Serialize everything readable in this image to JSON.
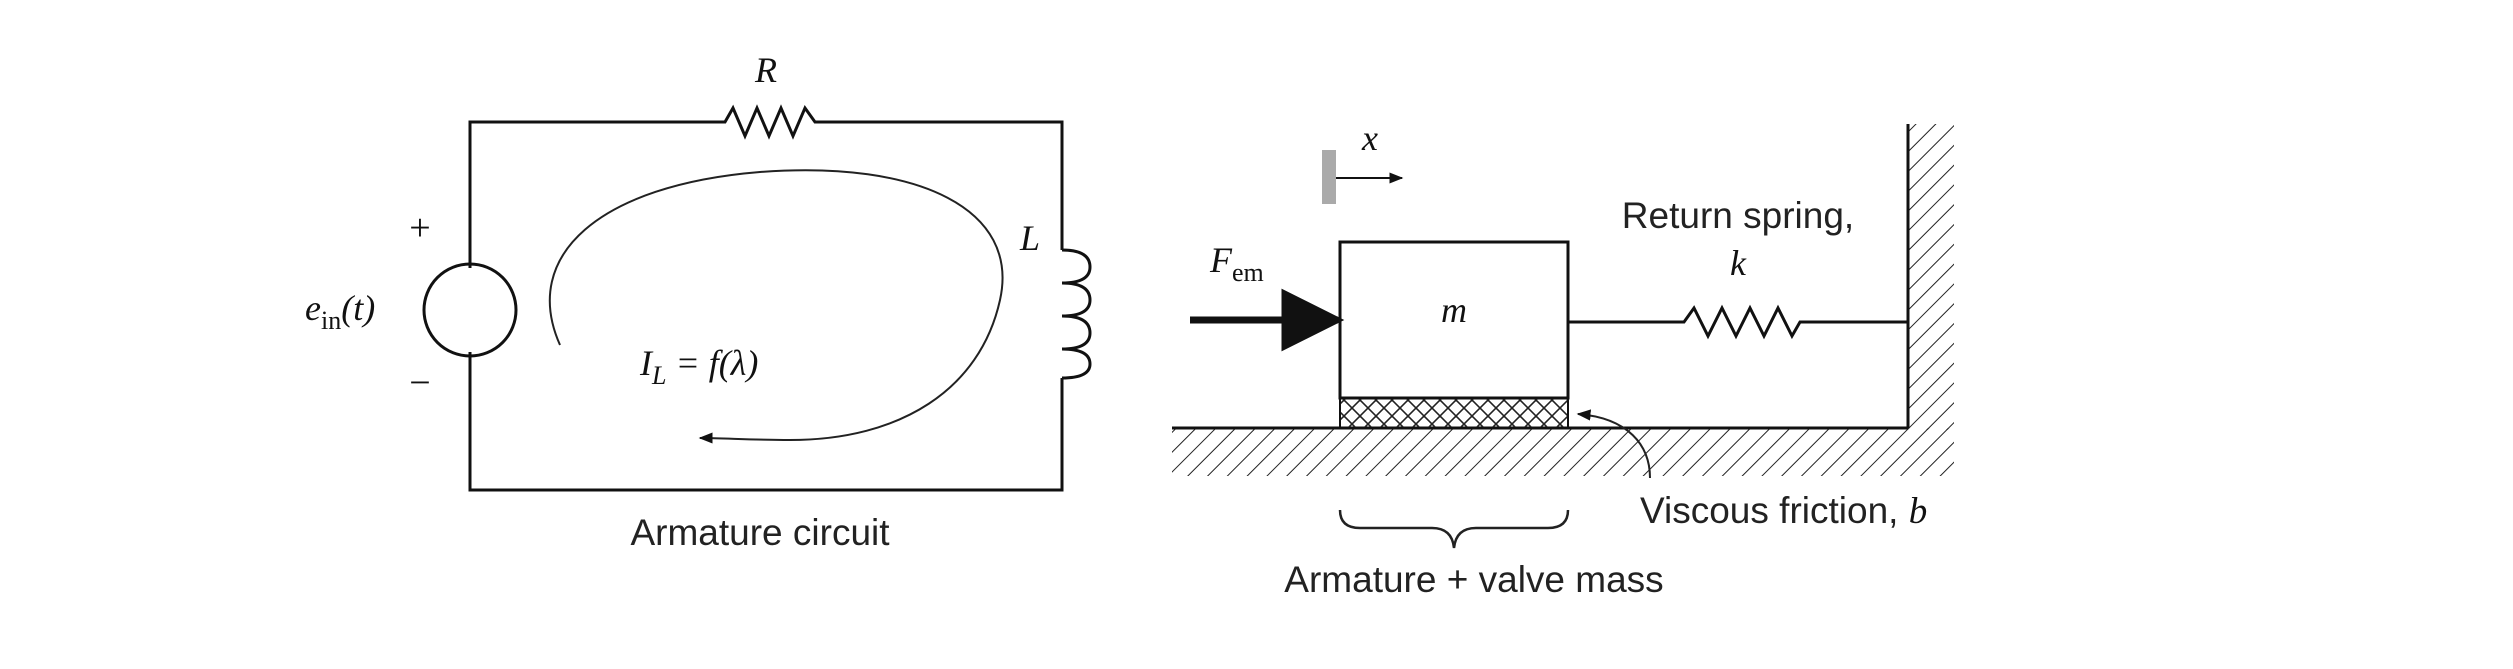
{
  "circuit": {
    "resistor_label": "R",
    "inductor_label": "L",
    "source_label_main": "e",
    "source_label_sub": "in",
    "source_label_arg": "(t)",
    "plus_sign": "+",
    "minus_sign": "−",
    "current_label_main": "I",
    "current_label_sub": "L",
    "current_label_eq": " = f(λ)",
    "caption": "Armature circuit"
  },
  "mechanical": {
    "displacement_label": "x",
    "force_label_main": "F",
    "force_label_sub": "em",
    "mass_label": "m",
    "spring_caption": "Return spring,",
    "spring_label": "k",
    "friction_caption": "Viscous friction, ",
    "friction_symbol": "b",
    "mass_caption": "Armature + valve mass"
  }
}
